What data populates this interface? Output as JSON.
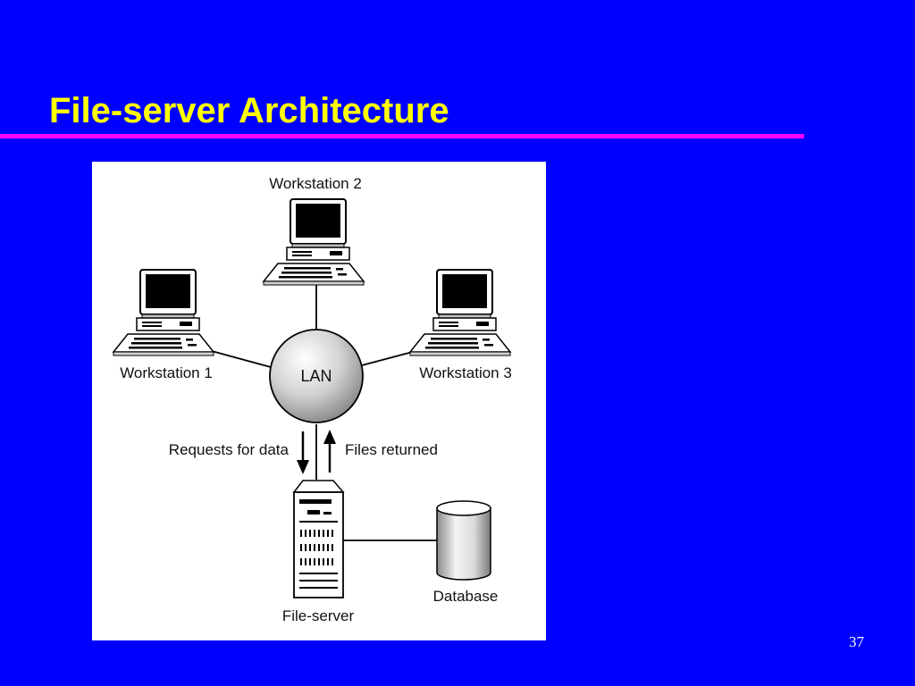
{
  "slide": {
    "title": "File-server Architecture",
    "page_number": "37"
  },
  "colors": {
    "background": "#0000ff",
    "title": "#ffff00",
    "rule": "#ff00ff",
    "panel": "#ffffff"
  },
  "diagram": {
    "nodes": {
      "workstation_1": "Workstation 1",
      "workstation_2": "Workstation 2",
      "workstation_3": "Workstation 3",
      "lan": "LAN",
      "file_server": "File-server",
      "database": "Database"
    },
    "flows": {
      "requests": "Requests for data",
      "returns": "Files returned"
    }
  }
}
